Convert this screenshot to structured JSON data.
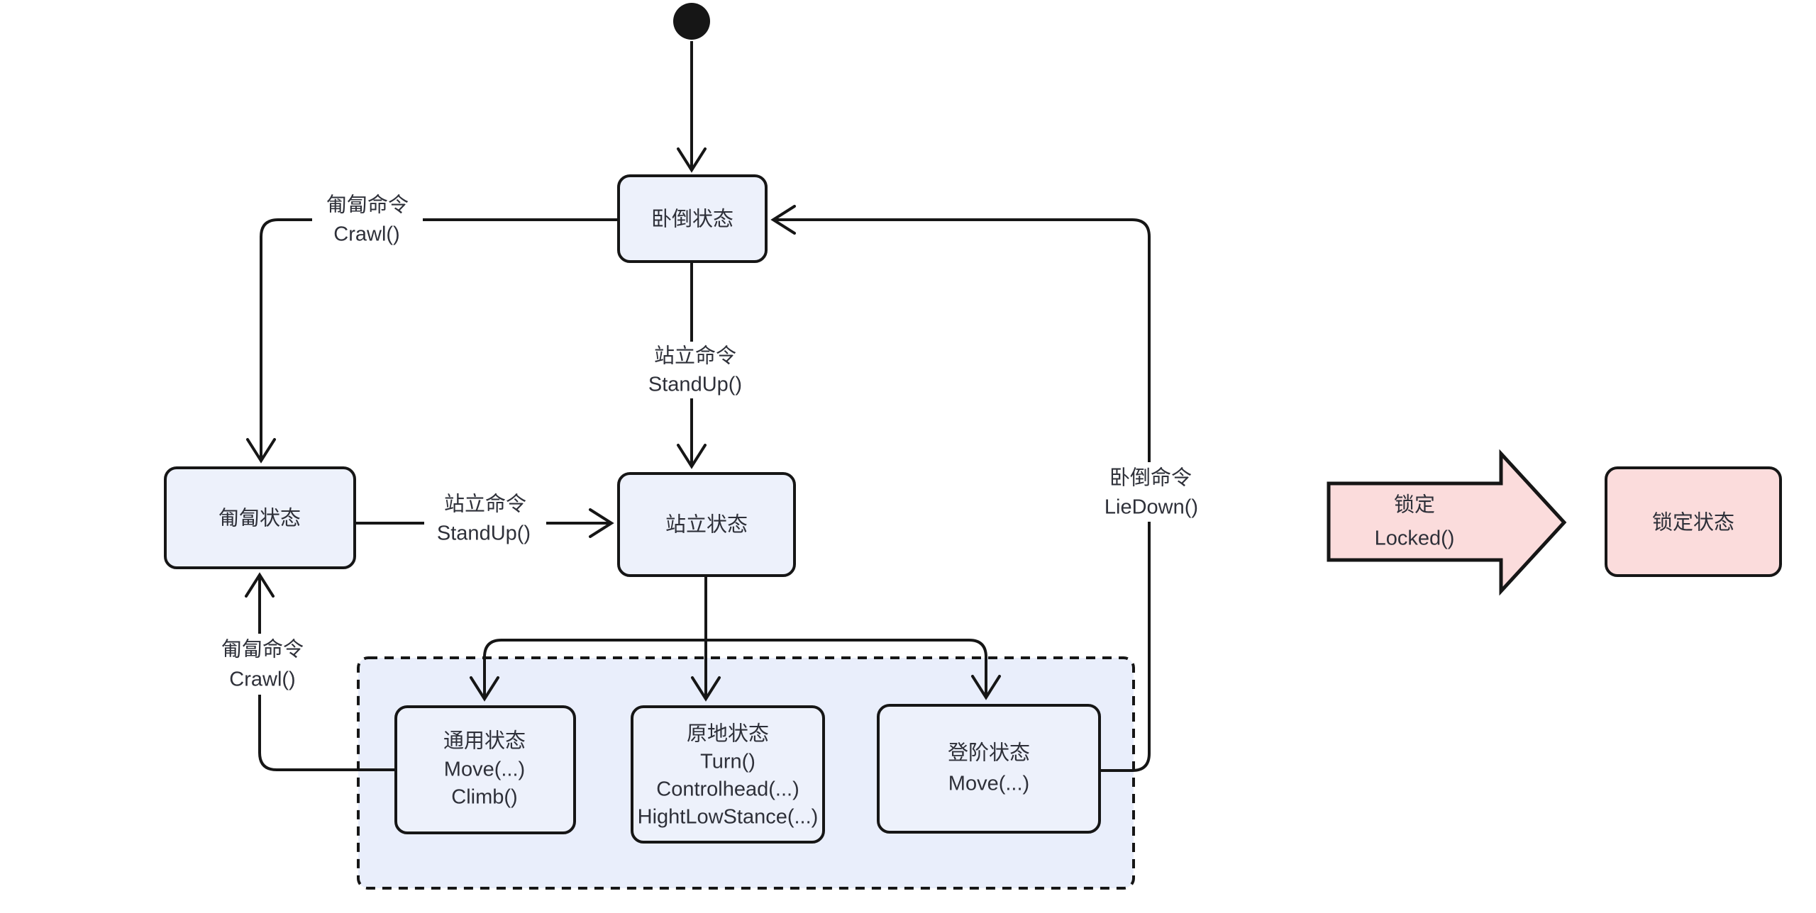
{
  "diagram_type": "state-machine",
  "colors": {
    "background": "#ffffff",
    "node_fill": "#edf1fb",
    "container_fill": "#e9eefb",
    "locked_fill": "#fbdcdc",
    "stroke": "#161616",
    "text": "#2e3039"
  },
  "states": {
    "liedown": {
      "label": "卧倒状态"
    },
    "crawl": {
      "label": "匍匐状态"
    },
    "stand": {
      "label": "站立状态"
    },
    "common": {
      "lines": [
        "通用状态",
        "Move(...)",
        "Climb()"
      ]
    },
    "inplace": {
      "lines": [
        "原地状态",
        "Turn()",
        "Controlhead(...)",
        "HightLowStance(...)"
      ]
    },
    "stairs": {
      "lines": [
        "登阶状态",
        "Move(...)"
      ]
    },
    "locked": {
      "label": "锁定状态"
    }
  },
  "edge_labels": {
    "crawl_top": {
      "lines": [
        "匍匐命令",
        "Crawl()"
      ]
    },
    "standup_mid": {
      "lines": [
        "站立命令",
        "StandUp()"
      ]
    },
    "standup_left": {
      "lines": [
        "站立命令",
        "StandUp()"
      ]
    },
    "liedown_right": {
      "lines": [
        "卧倒命令",
        "LieDown()"
      ]
    },
    "crawl_bottom": {
      "lines": [
        "匍匐命令",
        "Crawl()"
      ]
    },
    "locked_transition": {
      "lines": [
        "锁定",
        "Locked()"
      ]
    }
  }
}
